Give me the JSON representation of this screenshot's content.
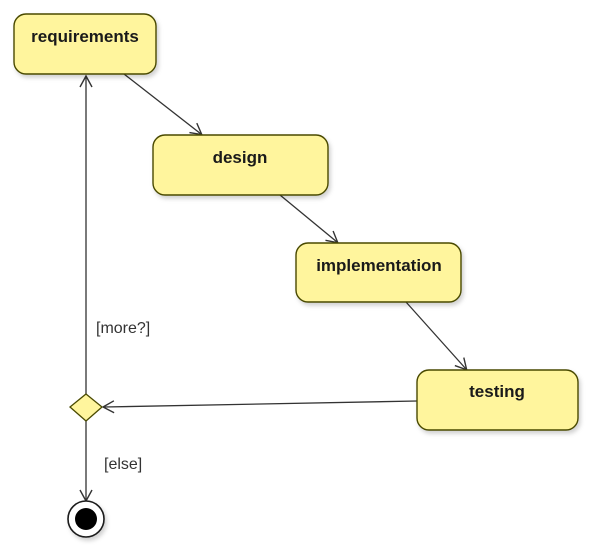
{
  "diagram": {
    "nodes": {
      "requirements": "requirements",
      "design": "design",
      "implementation": "implementation",
      "testing": "testing"
    },
    "guards": {
      "more": "[more?]",
      "else": "[else]"
    }
  },
  "colors": {
    "node_fill": "#FFF59D",
    "node_stroke": "#4A4A00",
    "arrow": "#333333",
    "decision_fill": "#FFF59D",
    "final_outer": "#1a1a1a",
    "final_inner": "#000000"
  }
}
